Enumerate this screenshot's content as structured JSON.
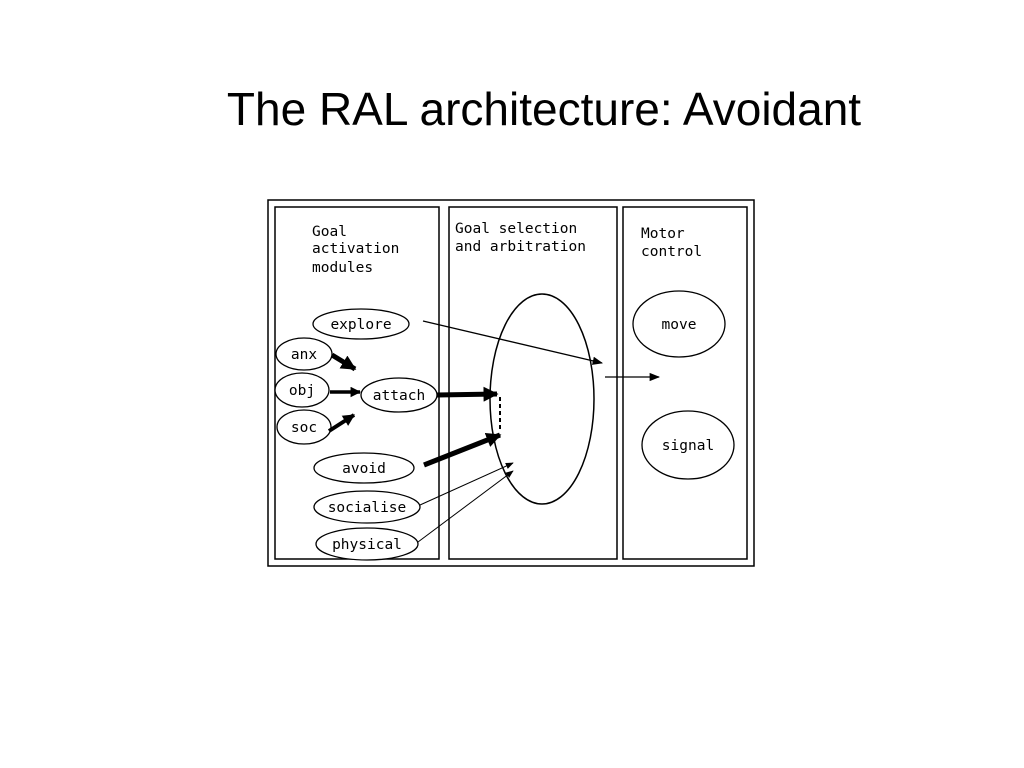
{
  "slide": {
    "title": "The RAL architecture: Avoidant"
  },
  "panels": [
    {
      "id": "goal-activation",
      "heading_lines": [
        "Goal",
        "activation",
        "modules"
      ]
    },
    {
      "id": "goal-selection",
      "heading_lines": [
        "Goal selection",
        "and arbitration"
      ]
    },
    {
      "id": "motor-control",
      "heading_lines": [
        "Motor",
        "control"
      ]
    }
  ],
  "nodes": {
    "explore": "explore",
    "anx": "anx",
    "obj": "obj",
    "soc": "soc",
    "attach": "attach",
    "avoid": "avoid",
    "socialise": "socialise",
    "physical": "physical",
    "move": "move",
    "signal": "signal"
  },
  "connections": [
    {
      "from": "anx",
      "to": "attach",
      "weight": "thick"
    },
    {
      "from": "obj",
      "to": "attach",
      "weight": "thick"
    },
    {
      "from": "soc",
      "to": "attach",
      "weight": "thick"
    },
    {
      "from": "attach",
      "to": "arbitration",
      "weight": "thick"
    },
    {
      "from": "avoid",
      "to": "arbitration",
      "weight": "thick"
    },
    {
      "from": "explore",
      "to": "arbitration",
      "weight": "thin"
    },
    {
      "from": "socialise",
      "to": "arbitration",
      "weight": "thin"
    },
    {
      "from": "physical",
      "to": "arbitration",
      "weight": "thin"
    },
    {
      "from": "arbitration",
      "to": "motor-control",
      "weight": "thin"
    }
  ]
}
